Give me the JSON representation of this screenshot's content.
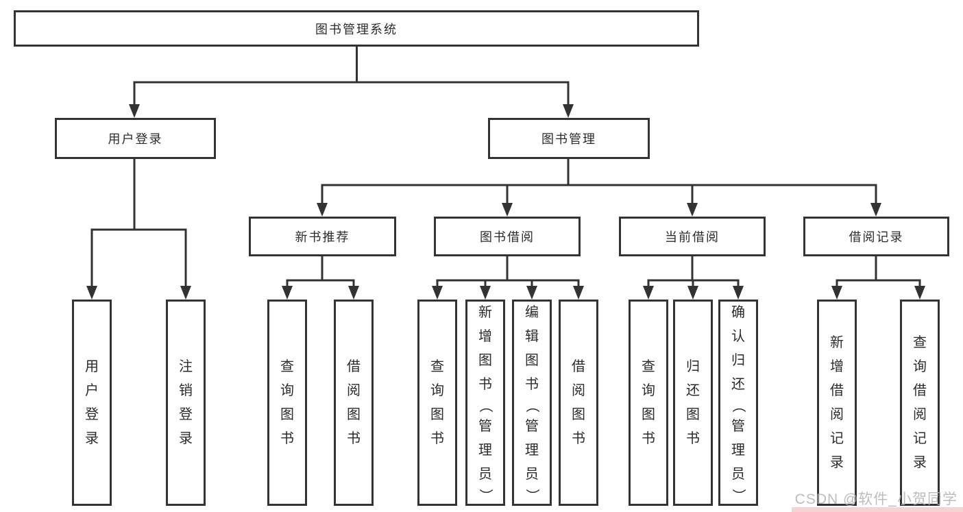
{
  "nodes": {
    "root": "图书管理系统",
    "level2": [
      "用户登录",
      "图书管理"
    ],
    "level3": [
      "新书推荐",
      "图书借阅",
      "当前借阅",
      "借阅记录"
    ],
    "leaves": [
      "用户登录",
      "注销登录",
      "查询图书",
      "借阅图书",
      "查询图书",
      "新增图书（管理员）",
      "编辑图书（管理员）",
      "借阅图书",
      "查询图书",
      "归还图书",
      "确认归还（管理员）",
      "新增借阅记录",
      "查询借阅记录"
    ]
  },
  "watermark": {
    "text": "CSDN @软件_小贺同学"
  },
  "colors": {
    "line": "#333333",
    "text": "#2b2b2b",
    "background": "#ffffff",
    "watermark_text": "#b2b2b2",
    "watermark_band": "#f5d3d4"
  }
}
